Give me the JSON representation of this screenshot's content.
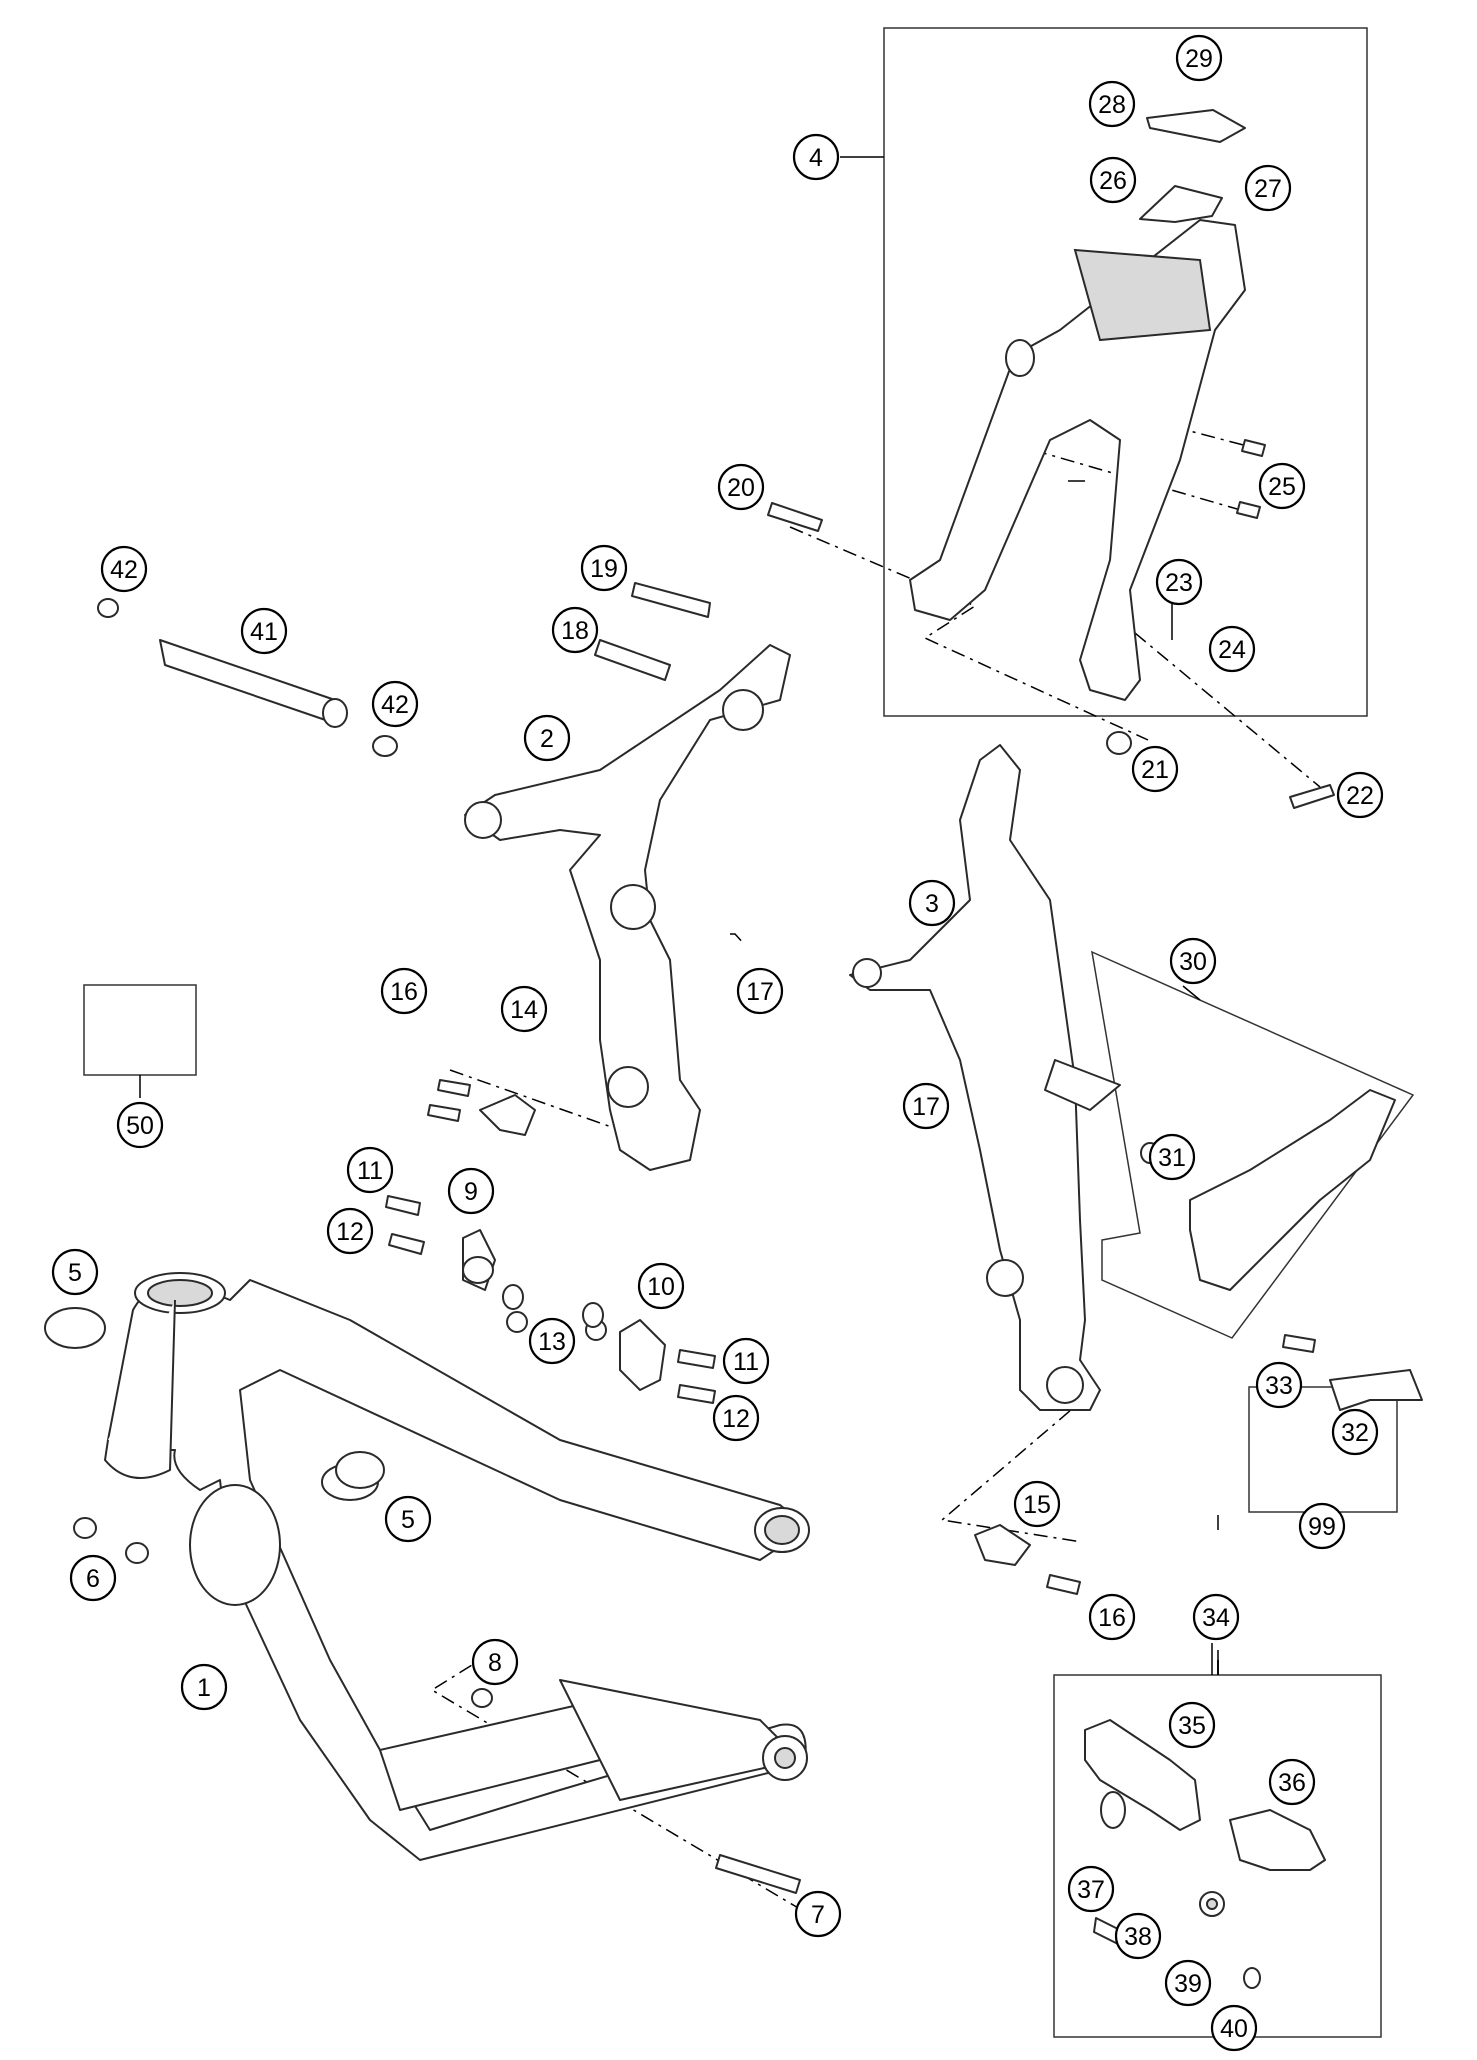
{
  "callouts": [
    {
      "num": "1"
    },
    {
      "num": "2"
    },
    {
      "num": "3"
    },
    {
      "num": "4"
    },
    {
      "num": "5"
    },
    {
      "num": "5"
    },
    {
      "num": "6"
    },
    {
      "num": "7"
    },
    {
      "num": "8"
    },
    {
      "num": "9"
    },
    {
      "num": "10"
    },
    {
      "num": "11"
    },
    {
      "num": "11"
    },
    {
      "num": "12"
    },
    {
      "num": "12"
    },
    {
      "num": "13"
    },
    {
      "num": "14"
    },
    {
      "num": "15"
    },
    {
      "num": "16"
    },
    {
      "num": "16"
    },
    {
      "num": "17"
    },
    {
      "num": "17"
    },
    {
      "num": "18"
    },
    {
      "num": "19"
    },
    {
      "num": "20"
    },
    {
      "num": "21"
    },
    {
      "num": "22"
    },
    {
      "num": "23"
    },
    {
      "num": "24"
    },
    {
      "num": "25"
    },
    {
      "num": "26"
    },
    {
      "num": "27"
    },
    {
      "num": "28"
    },
    {
      "num": "29"
    },
    {
      "num": "30"
    },
    {
      "num": "31"
    },
    {
      "num": "32"
    },
    {
      "num": "33"
    },
    {
      "num": "34"
    },
    {
      "num": "35"
    },
    {
      "num": "36"
    },
    {
      "num": "37"
    },
    {
      "num": "38"
    },
    {
      "num": "39"
    },
    {
      "num": "40"
    },
    {
      "num": "41"
    },
    {
      "num": "42"
    },
    {
      "num": "42"
    },
    {
      "num": "50"
    },
    {
      "num": "99"
    }
  ]
}
